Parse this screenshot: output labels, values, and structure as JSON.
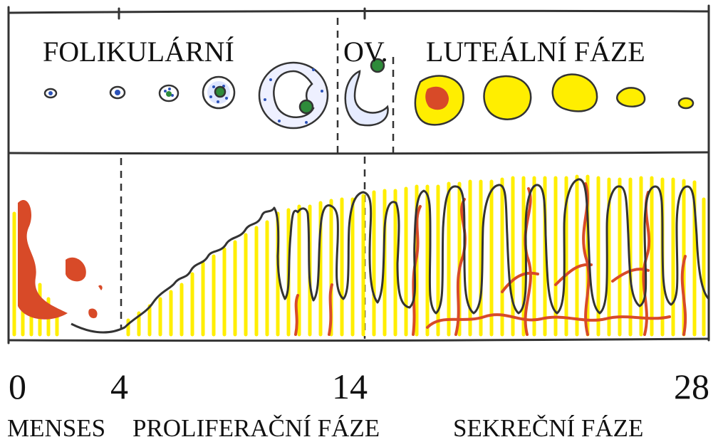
{
  "ovary_labels": {
    "follicular": "FOLIKULÁRNÍ",
    "ovulation": "OV.",
    "luteal": "LUTEÁLNÍ FÁZE"
  },
  "day_axis": {
    "ticks": [
      "0",
      "4",
      "14",
      "28"
    ]
  },
  "endometrium_phases": {
    "menses": "MENSES",
    "proliferative": "PROLIFERAČNÍ FÁZE",
    "secretory": "SEKREČNÍ FÁZE"
  },
  "colors": {
    "outline": "#333333",
    "yellow": "#ffee00",
    "red": "#d84a28",
    "blue": "#2c52b8",
    "green": "#2e8b3a"
  }
}
